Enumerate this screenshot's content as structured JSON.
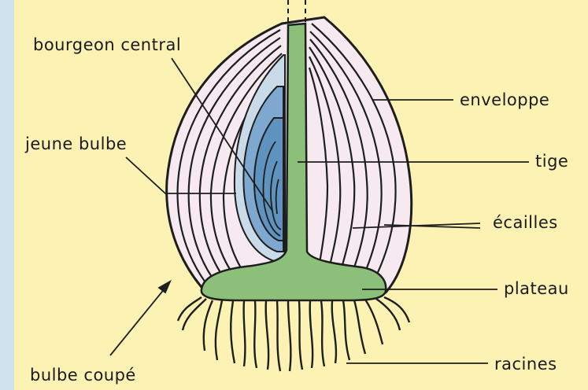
{
  "labels": {
    "bourgeon_central": "bourgeon central",
    "jeune_bulbe": "jeune bulbe",
    "bulbe_coupe": "bulbe coupé",
    "enveloppe": "enveloppe",
    "tige": "tige",
    "ecailles": "écailles",
    "plateau": "plateau",
    "racines": "racines"
  },
  "colors": {
    "background": "#fbf2b4",
    "scales_fill": "#f6e9ef",
    "stem_green": "#8cc07a",
    "young_bulb_blue": "#5e93bf",
    "ink": "#1e1e1e",
    "left_strip": "#cfe3ee"
  }
}
